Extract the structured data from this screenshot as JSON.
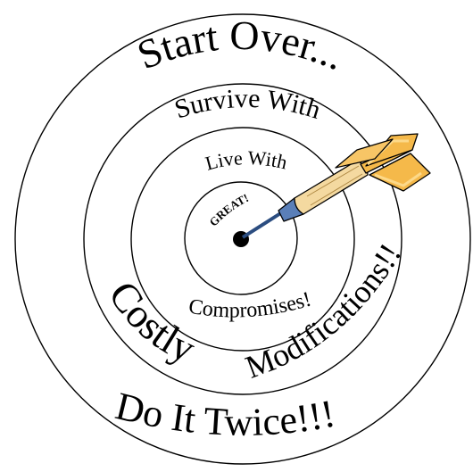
{
  "rings": [
    {
      "label": "Start Over...",
      "level": "outer"
    },
    {
      "label": "Survive With",
      "level": "second"
    },
    {
      "label": "Live With",
      "level": "third"
    },
    {
      "label": "GREAT!",
      "level": "bullseye"
    }
  ],
  "lower_labels": {
    "do_it_twice": "Do It Twice!!!",
    "costly": "Costly",
    "modifications": "Modifications!!",
    "compromises": "Compromises!"
  },
  "colors": {
    "ring_stroke": "#000000",
    "background": "#ffffff",
    "bullseye": "#000000",
    "flight": "#f5b94a",
    "flight_light": "#fcd98a",
    "barrel": "#f4d9a0",
    "shaft": "#4a6fa5",
    "tip": "#5a7fb8"
  },
  "icon": "dart-icon"
}
